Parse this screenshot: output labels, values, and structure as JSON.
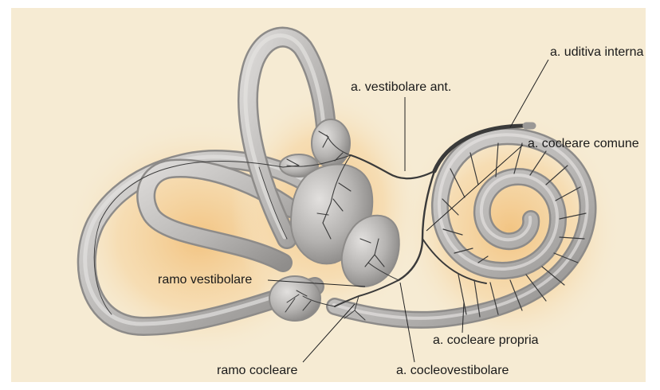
{
  "labels": {
    "a_uditiva_interna": "a. uditiva interna",
    "a_vestibolare_ant": "a. vestibolare ant.",
    "a_cocleare_comune": "a. cocleare comune",
    "ramo_vestibolare": "ramo vestibolare",
    "a_cocleare_propria": "a. cocleare propria",
    "ramo_cocleare": "ramo cocleare",
    "a_cocleovestibolare": "a. cocleovestibolare"
  },
  "colors": {
    "page_background": "#ffffff",
    "backdrop_cream": "#f6ebd3",
    "glow_orange": "#f2c27e",
    "bone_fill": "#b9b7b5",
    "bone_highlight": "#d9d7d5",
    "bone_outline": "#8d8b89",
    "artery": "#3a3a3a",
    "leader_line": "#222222",
    "label_text": "#1a1a1a"
  }
}
